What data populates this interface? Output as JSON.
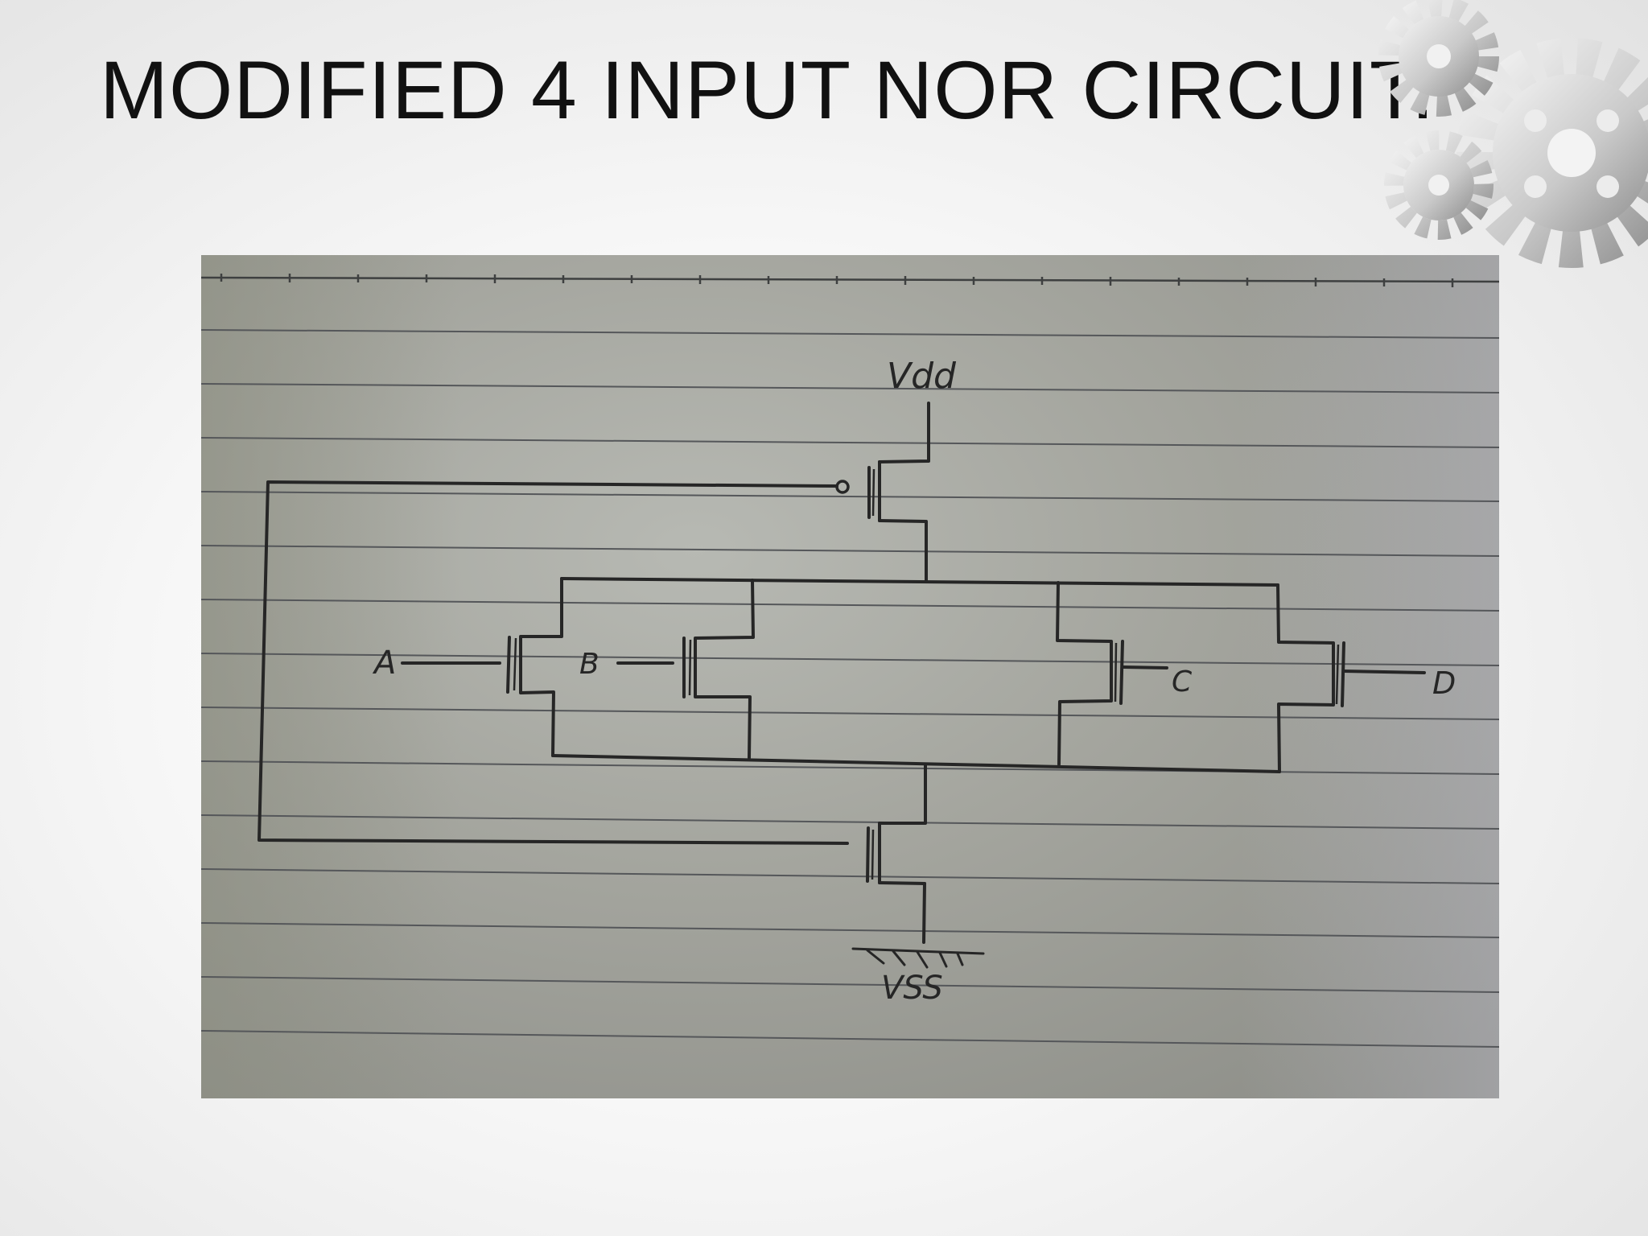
{
  "slide": {
    "title": "MODIFIED 4 INPUT NOR CIRCUIT:"
  },
  "diagram": {
    "labels": {
      "supply": "Vdd",
      "ground": "VSS",
      "input_a": "A",
      "input_b": "B",
      "input_c": "C",
      "input_d": "D"
    },
    "ink_color": "#262626",
    "paper_color": "#a4a59e",
    "rule_color": "#55575a"
  },
  "decoration": {
    "icon": "gears-icon"
  }
}
